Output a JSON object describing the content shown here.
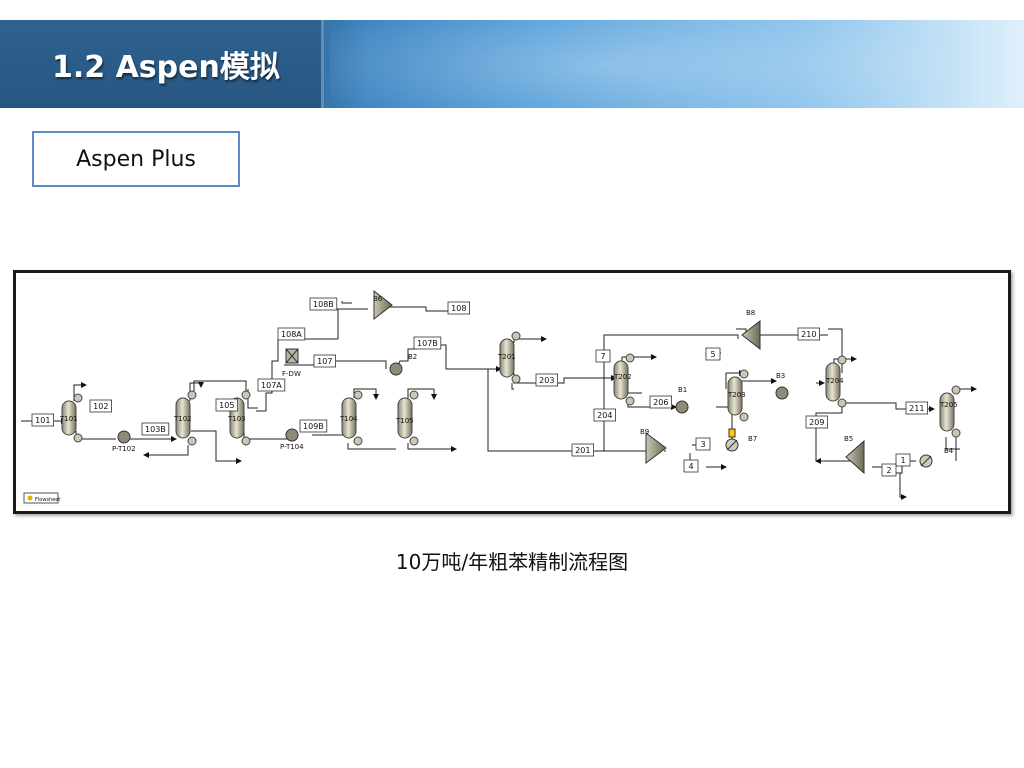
{
  "header": {
    "title": "1.2 Aspen模拟"
  },
  "software_label": "Aspen Plus",
  "caption": "10万吨/年粗苯精制流程图",
  "colors": {
    "banner_dark": "#2e6290",
    "banner_light": "#8cc3ec",
    "box_border": "#5b8bc2"
  },
  "flowsheet": {
    "streams": [
      "101",
      "102",
      "103B",
      "105",
      "107",
      "107A",
      "107B",
      "108A",
      "108B",
      "108",
      "109B",
      "201",
      "203",
      "204",
      "206",
      "7",
      "5",
      "210",
      "209",
      "211",
      "3",
      "4",
      "1",
      "2"
    ],
    "blocks": [
      "T101",
      "T102",
      "T103",
      "T104",
      "T105",
      "T201",
      "T202",
      "T203",
      "T204",
      "T205",
      "P-T102",
      "P-T104",
      "F-DW",
      "B1",
      "B2",
      "B3",
      "B4",
      "B5",
      "B6",
      "B7",
      "B8",
      "B9"
    ],
    "legend": "Flowsheet"
  }
}
